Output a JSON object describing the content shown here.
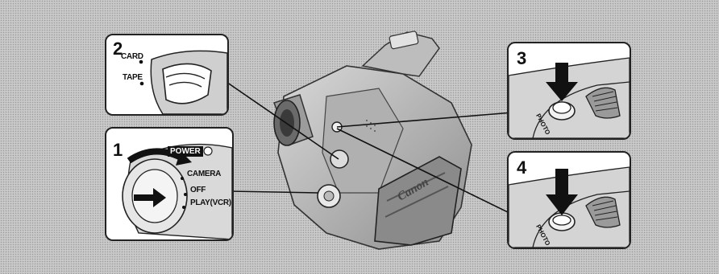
{
  "insets": {
    "step2": {
      "number": "2",
      "card_label": "CARD",
      "tape_label": "TAPE"
    },
    "step1": {
      "number": "1",
      "power_label": "POWER",
      "camera_label": "CAMERA",
      "off_label": "OFF",
      "play_label": "PLAY(VCR)"
    },
    "step3": {
      "number": "3",
      "photo_label": "PHOTO"
    },
    "step4": {
      "number": "4",
      "photo_label": "PHOTO"
    }
  },
  "camera": {
    "brand": "Canon"
  }
}
